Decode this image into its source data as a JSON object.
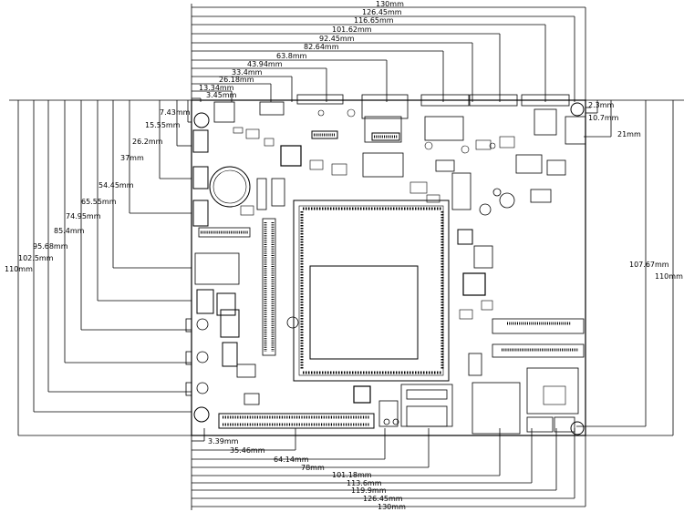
{
  "top_dims": [
    "130mm",
    "126.45mm",
    "116.65mm",
    "101.62mm",
    "92.45mm",
    "82.64mm",
    "63.8mm",
    "43.94mm",
    "33.4mm",
    "26.18mm",
    "13.34mm",
    "3.45mm"
  ],
  "bottom_dims": [
    "3.39mm",
    "35.46mm",
    "64.14mm",
    "78mm",
    "101.18mm",
    "113.6mm",
    "119.9mm",
    "126.45mm",
    "130mm"
  ],
  "left_dims": [
    "7.43mm",
    "15.55mm",
    "26.2mm",
    "37mm",
    "54.45mm",
    "65.55mm",
    "74.95mm",
    "85.4mm",
    "95.68mm",
    "102.5mm",
    "110mm"
  ],
  "right_dims": [
    "2.3mm",
    "10.7mm",
    "21mm",
    "107.67mm",
    "110mm"
  ]
}
